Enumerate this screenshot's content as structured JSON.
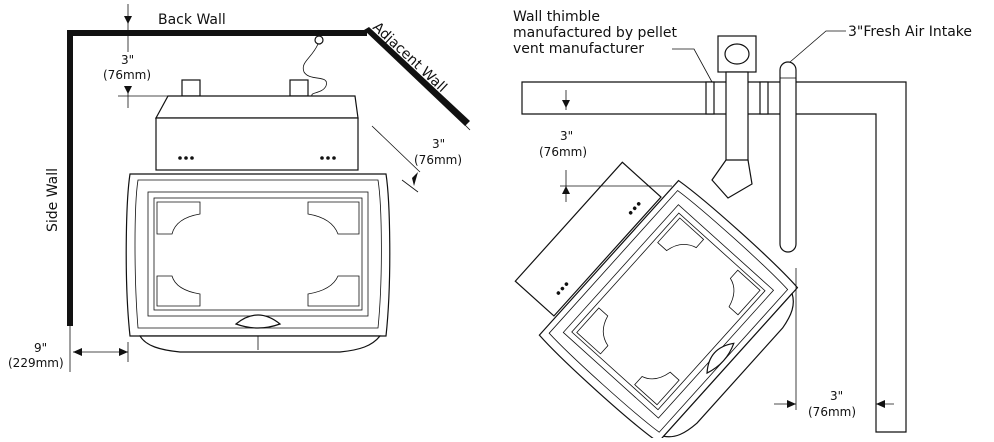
{
  "labels": {
    "back_wall": "Back Wall",
    "adjacent_wall": "Adjacent Wall",
    "side_wall": "Side Wall",
    "wall_thimble_1": "Wall thimble",
    "wall_thimble_2": "manufactured by pellet",
    "wall_thimble_3": "vent manufacturer",
    "fresh_air": "3\"Fresh Air Intake"
  },
  "dimensions": {
    "left_back_in": "3\"",
    "left_back_mm": "(76mm)",
    "left_adj_in": "3\"",
    "left_adj_mm": "(76mm)",
    "left_side_in": "9\"",
    "left_side_mm": "(229mm)",
    "right_back_in": "3\"",
    "right_back_mm": "(76mm)",
    "right_side_in": "3\"",
    "right_side_mm": "(76mm)"
  }
}
